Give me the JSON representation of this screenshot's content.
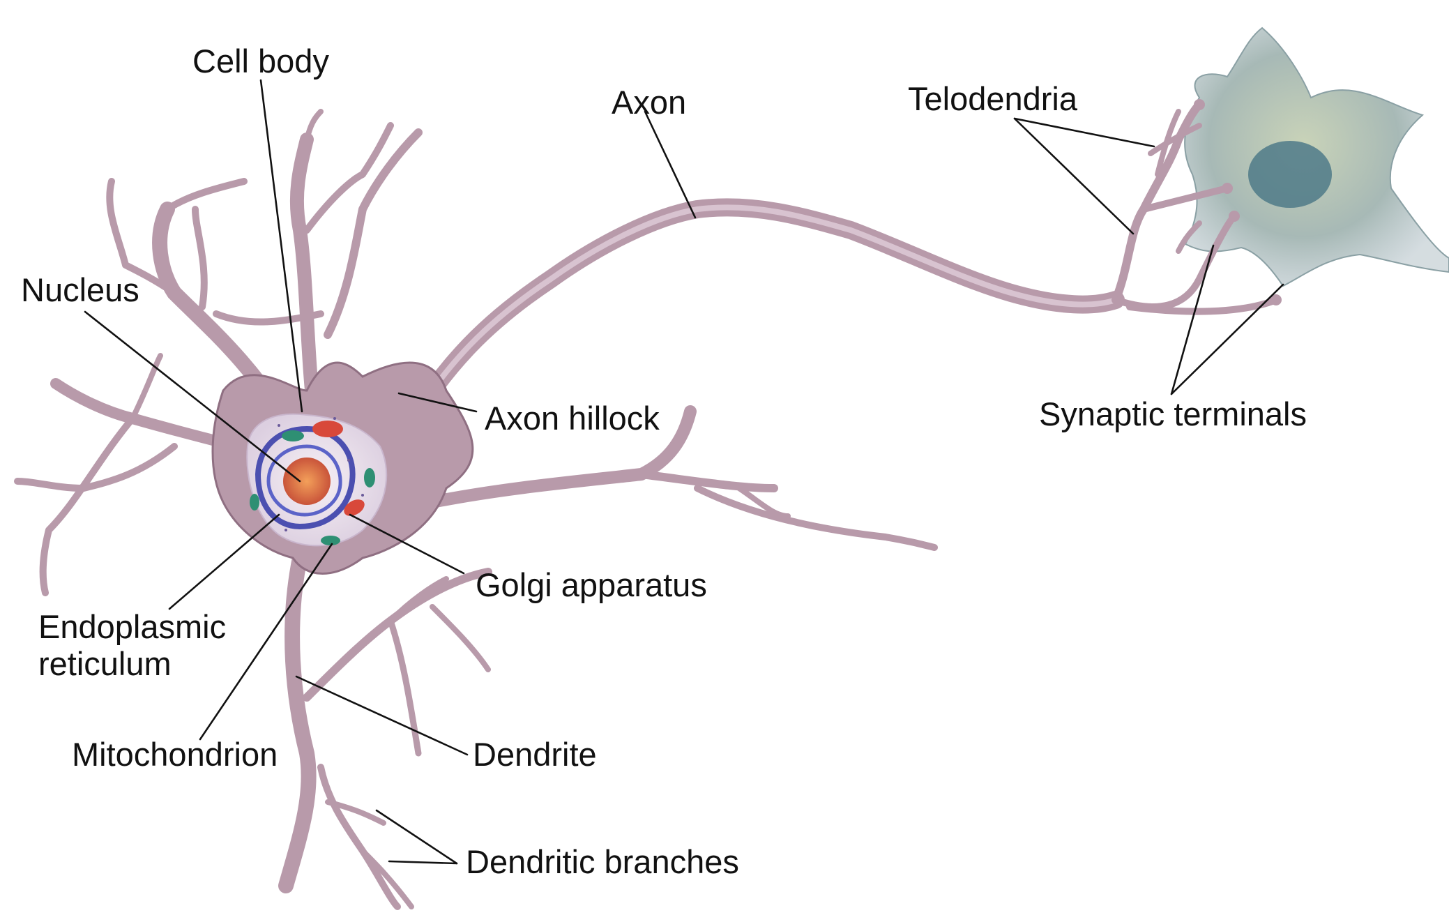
{
  "labels": {
    "cell_body": "Cell body",
    "axon": "Axon",
    "telodendria": "Telodendria",
    "nucleus": "Nucleus",
    "axon_hillock": "Axon hillock",
    "synaptic_terminals": "Synaptic terminals",
    "golgi_apparatus": "Golgi apparatus",
    "endoplasmic_line1": "Endoplasmic",
    "endoplasmic_line2": "reticulum",
    "mitochondrion": "Mitochondrion",
    "dendrite": "Dendrite",
    "dendritic_branches": "Dendritic branches"
  },
  "colors": {
    "neuron_fill": "#b89aaa",
    "neuron_dark": "#8f6f82",
    "neuron_highlight": "#d8c3d0",
    "soma_interior": "#efe7ee",
    "nucleus_envelope": "#4b4fb0",
    "nucleolus": "#e07a3a",
    "golgi": "#d8483a",
    "mitochondria": "#2e8f73",
    "target_cell": "#9fb5b8",
    "target_nucleus": "#4f7a88",
    "leader_line": "#111111",
    "text": "#111111"
  }
}
